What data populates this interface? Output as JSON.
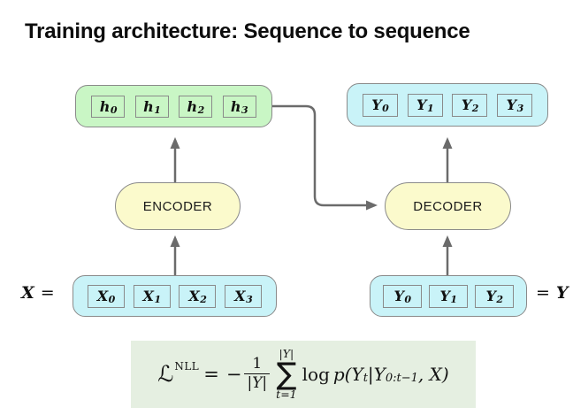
{
  "title": "Training architecture: Sequence to sequence",
  "colors": {
    "hidden_fill": "#c9f6c5",
    "io_fill": "#c9f3f8",
    "block_fill": "#fbfacc",
    "formula_bg": "#e5efe1",
    "box_border": "#8a8a8a",
    "arrow": "#6b6b6b"
  },
  "diagram": {
    "hidden_states": {
      "cells": [
        {
          "base": "h",
          "sub": "0"
        },
        {
          "base": "h",
          "sub": "1"
        },
        {
          "base": "h",
          "sub": "2"
        },
        {
          "base": "h",
          "sub": "3"
        }
      ]
    },
    "decoder_outputs": {
      "cells": [
        {
          "base": "Y",
          "sub": "0"
        },
        {
          "base": "Y",
          "sub": "1"
        },
        {
          "base": "Y",
          "sub": "2"
        },
        {
          "base": "Y",
          "sub": "3"
        }
      ]
    },
    "encoder_label": "ENCODER",
    "decoder_label": "DECODER",
    "encoder_inputs": {
      "label": "X",
      "label_eq": "=",
      "cells": [
        {
          "base": "X",
          "sub": "0"
        },
        {
          "base": "X",
          "sub": "1"
        },
        {
          "base": "X",
          "sub": "2"
        },
        {
          "base": "X",
          "sub": "3"
        }
      ]
    },
    "decoder_inputs": {
      "label": "Y",
      "label_eq": "=",
      "cells": [
        {
          "base": "Y",
          "sub": "0"
        },
        {
          "base": "Y",
          "sub": "1"
        },
        {
          "base": "Y",
          "sub": "2"
        }
      ]
    }
  },
  "formula": {
    "lhs": "ℒ",
    "lhs_sup": "NLL",
    "equals": "=",
    "minus": "−",
    "frac_num": "1",
    "frac_den": "|Y|",
    "sum_upper": "|Y|",
    "sum_symbol": "∑",
    "sum_lower": "t=1",
    "term_log": "log",
    "term_p": "p(Y",
    "term_sub_t": "t",
    "term_mid": "|Y",
    "term_sub_range": "0:t−1",
    "term_close": ", X)"
  }
}
